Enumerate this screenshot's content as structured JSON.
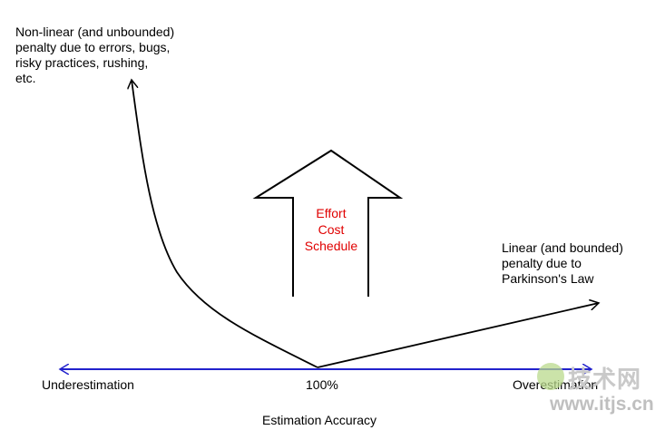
{
  "annotations": {
    "left_lines": [
      "Non-linear (and unbounded)",
      "penalty due to errors, bugs,",
      "risky practices, rushing,",
      "etc."
    ],
    "right_lines": [
      "Linear (and bounded)",
      "penalty due to",
      "Parkinson's Law"
    ]
  },
  "arrow_box": {
    "labels": [
      "Effort",
      "Cost",
      "Schedule"
    ],
    "label_color": "#e00000"
  },
  "axis": {
    "left_label": "Underestimation",
    "center_label": "100%",
    "right_label": "Overestimation",
    "title": "Estimation Accuracy",
    "color": "#2222cc"
  },
  "watermark": {
    "brand": "技术网",
    "url": "www.itjs.cn"
  }
}
